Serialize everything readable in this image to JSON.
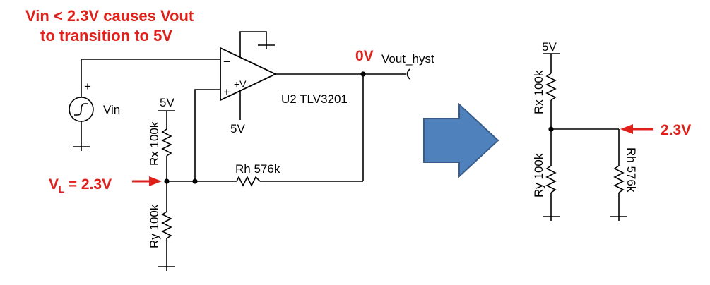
{
  "annotations": {
    "vin_note_line1": "Vin < 2.3V causes Vout",
    "vin_note_line2": "to transition to 5V",
    "vout_value": "0V",
    "vl_label_main": "V",
    "vl_label_sub": "L",
    "vl_label_value": " = 2.3V",
    "right_node_value": "2.3V"
  },
  "left_circuit": {
    "source_name": "Vin",
    "source_plus": "+",
    "opamp_minus": "−",
    "opamp_plus": "+",
    "opamp_supply": "+V",
    "opamp_name": "U2 TLV3201",
    "output_name": "Vout_hyst",
    "supply_bottom": "5V",
    "divider_supply": "5V",
    "rx": "Rx 100k",
    "ry": "Ry 100k",
    "rh": "Rh 576k"
  },
  "right_circuit": {
    "supply": "5V",
    "rx": "Rx 100k",
    "ry": "Ry 100k",
    "rh": "Rh 576k"
  },
  "colors": {
    "annotation_red": "#e0201b",
    "arrow_fill": "#4f81bd",
    "arrow_stroke": "#385d8a",
    "wire": "#000000"
  }
}
